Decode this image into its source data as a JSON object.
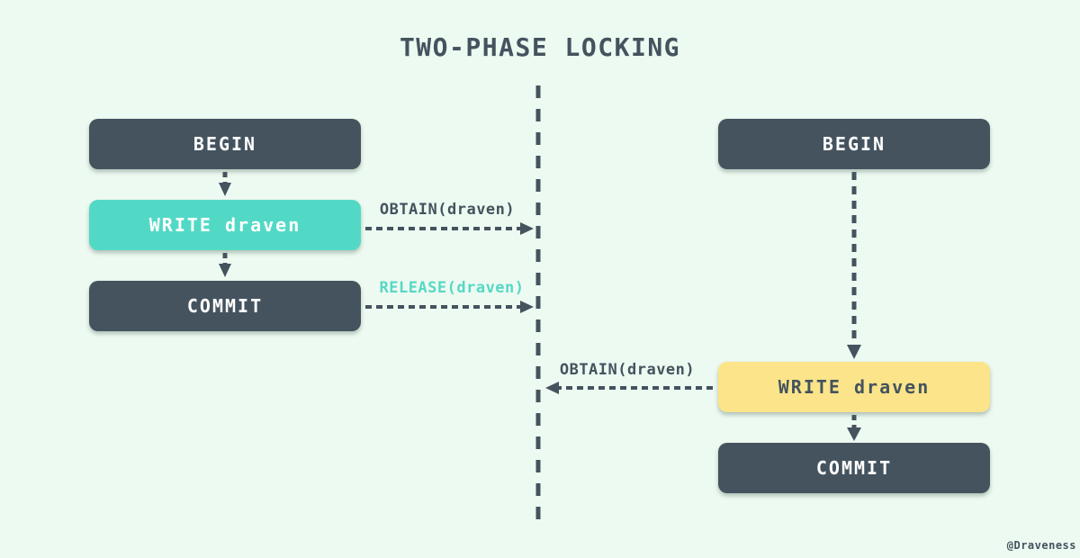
{
  "title": "TWO-PHASE LOCKING",
  "colors": {
    "background": "#edfaf1",
    "dark": "#44535e",
    "teal": "#52d9c6",
    "yellow": "#fbe489",
    "teal_text": "#56d8c4"
  },
  "left_transaction": {
    "begin": "BEGIN",
    "write": "WRITE draven",
    "commit": "COMMIT"
  },
  "right_transaction": {
    "begin": "BEGIN",
    "write": "WRITE draven",
    "commit": "COMMIT"
  },
  "edge_labels": {
    "obtain_left": "OBTAIN(draven)",
    "release_left": "RELEASE(draven)",
    "obtain_right": "OBTAIN(draven)"
  },
  "watermark": "@Draveness"
}
